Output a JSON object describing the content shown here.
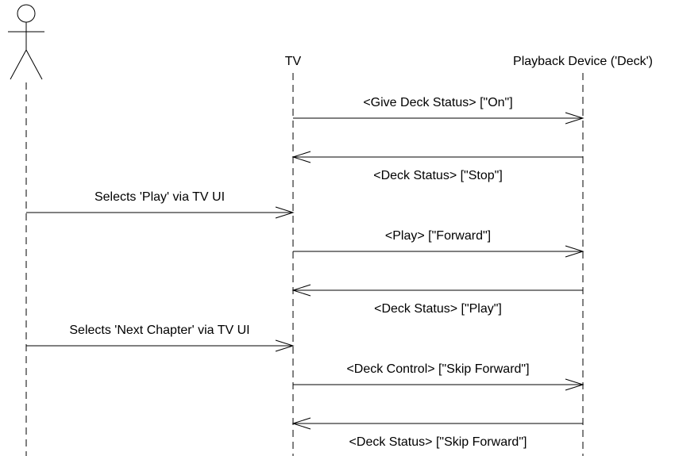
{
  "participants": [
    {
      "id": "user",
      "label": ""
    },
    {
      "id": "tv",
      "label": "TV"
    },
    {
      "id": "deck",
      "label": "Playback Device ('Deck')"
    }
  ],
  "messages": [
    {
      "from": "tv",
      "to": "deck",
      "label": "<Give Deck Status> [\"On\"]"
    },
    {
      "from": "deck",
      "to": "tv",
      "label": "<Deck Status> [\"Stop\"]"
    },
    {
      "from": "user",
      "to": "tv",
      "label": "Selects 'Play' via TV UI"
    },
    {
      "from": "tv",
      "to": "deck",
      "label": "<Play> [\"Forward\"]"
    },
    {
      "from": "deck",
      "to": "tv",
      "label": "<Deck Status> [\"Play\"]"
    },
    {
      "from": "user",
      "to": "tv",
      "label": "Selects 'Next Chapter' via TV UI"
    },
    {
      "from": "tv",
      "to": "deck",
      "label": "<Deck Control> [\"Skip Forward\"]"
    },
    {
      "from": "deck",
      "to": "tv",
      "label": "<Deck Status> [\"Skip Forward\"]"
    }
  ]
}
